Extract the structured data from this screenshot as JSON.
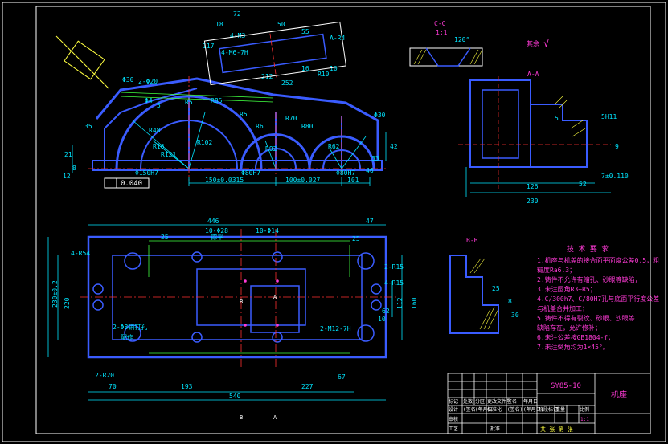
{
  "drawing": {
    "code": "SY85-10",
    "name": "机座",
    "roughness": "其余",
    "section_cc": "C-C",
    "scale_cc": "1:1",
    "angle_cc": "120°",
    "section_aa": "A-A",
    "section_bb": "B-B",
    "tolerance_frame": "0.040"
  },
  "front_view": {
    "dims": [
      "72",
      "18",
      "50",
      "55",
      "4-M3",
      "A-R4",
      "4-M6-7H",
      "212",
      "252",
      "117",
      "R5",
      "R85",
      "R5",
      "R6",
      "R48",
      "R102",
      "R92",
      "R70",
      "R62",
      "R80",
      "R10",
      "16",
      "10",
      "21",
      "8",
      "12",
      "Φ150H7",
      "Φ80H7",
      "Φ80H7",
      "150±0.0315",
      "100±0.027",
      "101",
      "2-Φ20",
      "Φ30",
      "Φ30",
      "Φ4",
      "5",
      "R16",
      "R121",
      "35",
      "42",
      "33",
      "46"
    ]
  },
  "side_view": {
    "dims": [
      "5",
      "5H11",
      "126",
      "230",
      "52",
      "7±0.110",
      "9"
    ]
  },
  "plan_view": {
    "dims": [
      "446",
      "47",
      "10-Φ28",
      "锪平",
      "10-Φ14",
      "25",
      "4-R54",
      "2-R15",
      "4-R15",
      "2-Φ8销钉孔",
      "配作",
      "2-M12-7H",
      "2-R20",
      "67",
      "70",
      "193",
      "227",
      "540",
      "25",
      "220",
      "160",
      "230±0.2",
      "112",
      "62",
      "10",
      "B",
      "A",
      "B",
      "A"
    ]
  },
  "bb_view": {
    "dims": [
      "25",
      "8",
      "30"
    ]
  },
  "tech_notes": {
    "title": "技 术 要 求",
    "items": [
      "1.机座与机盖的接合面平面度公差0.5，粗",
      "  糙度Ra6.3；",
      "2.铸件不允许有缩孔、砂眼等缺陷，",
      "3.未注圆角R3~R5；",
      "4.C/300h7、C/80H7孔与底面平行度公差",
      "  与机盖合并加工；",
      "5.铸件不得有裂纹、砂眼、沙眼等",
      "  缺陷存在，允许修补；",
      "6.未注公差按GB1804-f；",
      "7.未注倒角均为1×45°。"
    ]
  },
  "title_block": {
    "left_labels": [
      "标记",
      "处数",
      "分区",
      "更改文件号",
      "签名",
      "年月日"
    ],
    "left_labels2": [
      "设计",
      "(签名)",
      "(年月日)",
      "标准化",
      "(签名)",
      "(年月日)"
    ],
    "role_labels": [
      "审核",
      "工艺",
      "批准"
    ],
    "mid_labels": [
      "阶段标记",
      "重量",
      "比例"
    ],
    "scale": "1:1",
    "sheet": "共 张 第 张"
  }
}
